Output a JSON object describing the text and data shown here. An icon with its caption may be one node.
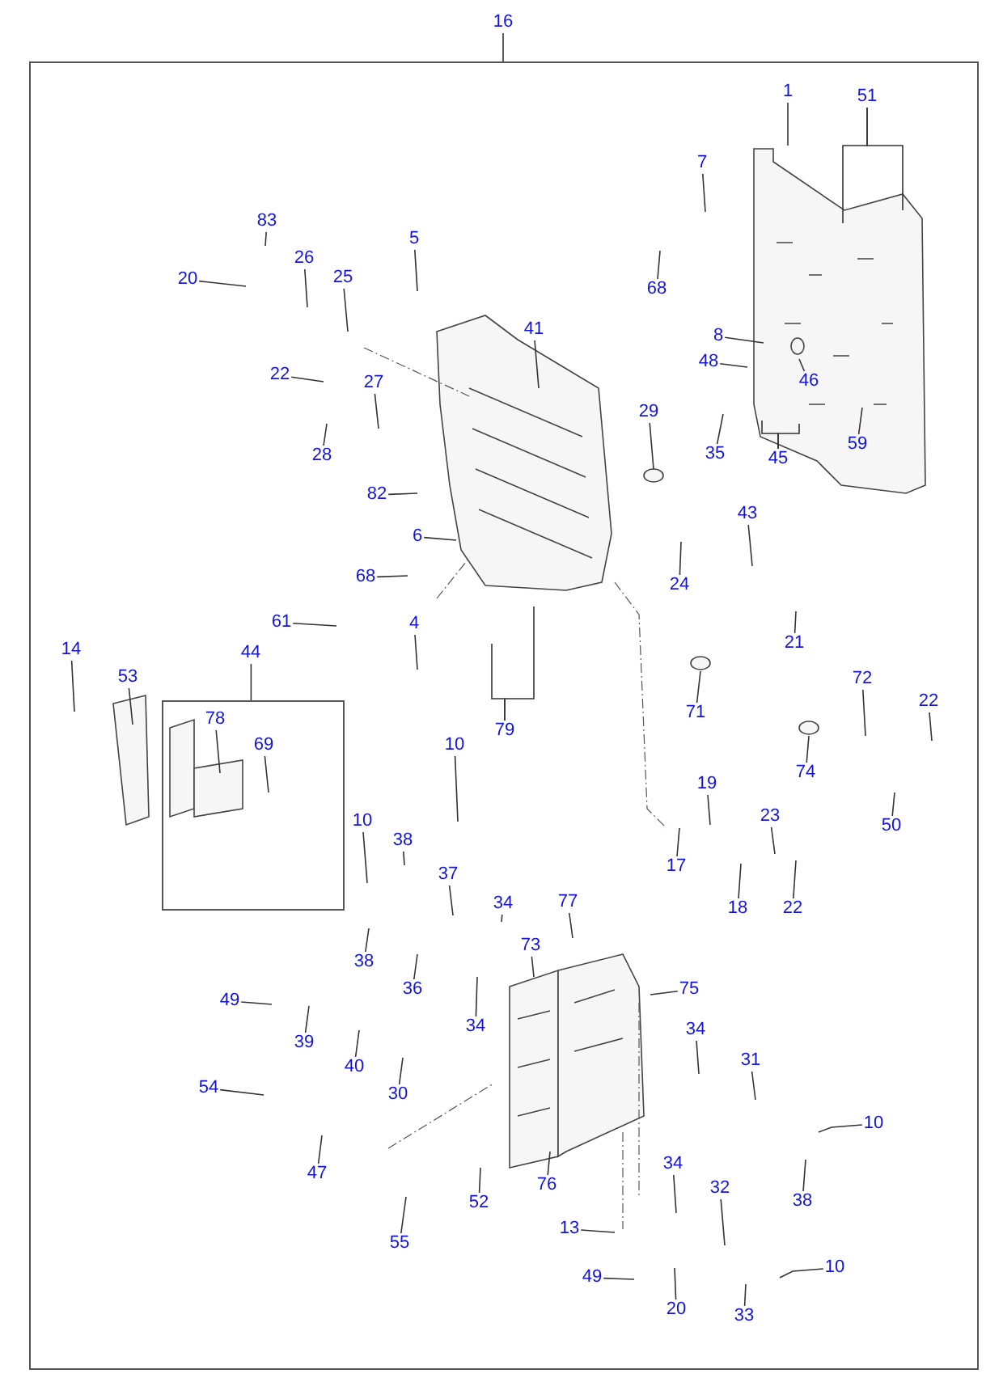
{
  "diagram": {
    "nodes": [
      {
        "text": [
          "16"
        ]
      },
      {
        "text": [],
        "shape": "box"
      },
      {
        "text": [
          "1"
        ],
        "in": 1
      },
      {
        "text": [
          "51"
        ],
        "in": 1
      },
      {
        "text": [
          "7"
        ],
        "in": 1
      },
      {
        "text": [
          "68"
        ],
        "in": 1
      },
      {
        "text": [
          "83"
        ],
        "in": 1
      },
      {
        "text": [
          "20"
        ],
        "in": 1
      },
      {
        "text": [
          "26"
        ],
        "in": 1
      },
      {
        "text": [
          "25"
        ],
        "in": 1
      },
      {
        "text": [
          "5"
        ],
        "in": 1
      },
      {
        "text": [
          "41"
        ],
        "in": 1
      },
      {
        "text": [
          "8"
        ],
        "in": 1
      },
      {
        "text": [
          "48"
        ],
        "in": 1
      },
      {
        "text": [
          "46"
        ],
        "in": 1
      },
      {
        "text": [
          "35"
        ],
        "in": 1
      },
      {
        "text": [
          "45"
        ],
        "in": 1
      },
      {
        "text": [
          "59"
        ],
        "in": 1
      },
      {
        "text": [
          "22"
        ],
        "in": 1
      },
      {
        "text": [
          "27"
        ],
        "in": 1
      },
      {
        "text": [
          "28"
        ],
        "in": 1
      },
      {
        "text": [
          "29"
        ],
        "in": 1
      },
      {
        "text": [
          "82"
        ],
        "in": 1
      },
      {
        "text": [
          "6"
        ],
        "in": 1
      },
      {
        "text": [
          "43"
        ],
        "in": 1
      },
      {
        "text": [
          "24"
        ],
        "in": 1
      },
      {
        "text": [
          "68"
        ],
        "in": 1
      },
      {
        "text": [
          "61"
        ],
        "in": 1
      },
      {
        "text": [
          "4"
        ],
        "in": 1
      },
      {
        "text": [
          "21"
        ],
        "in": 1
      },
      {
        "text": [
          "79"
        ],
        "in": 1
      },
      {
        "text": [
          "14"
        ],
        "in": 1
      },
      {
        "text": [
          "53"
        ],
        "in": 1
      },
      {
        "text": [
          "44"
        ],
        "in": 1
      },
      {
        "text": [],
        "shape": "box",
        "in": 1
      },
      {
        "text": [
          "78"
        ],
        "in": 34
      },
      {
        "text": [
          "69"
        ],
        "in": 34
      },
      {
        "text": [
          "10"
        ],
        "in": 1
      },
      {
        "text": [
          "71"
        ],
        "in": 1
      },
      {
        "text": [
          "72"
        ],
        "in": 1
      },
      {
        "text": [
          "22"
        ],
        "in": 1
      },
      {
        "text": [
          "74"
        ],
        "in": 1
      },
      {
        "text": [
          "50"
        ],
        "in": 1
      },
      {
        "text": [
          "19"
        ],
        "in": 1
      },
      {
        "text": [
          "23"
        ],
        "in": 1
      },
      {
        "text": [
          "17"
        ],
        "in": 1
      },
      {
        "text": [
          "18"
        ],
        "in": 1
      },
      {
        "text": [
          "22"
        ],
        "in": 1
      },
      {
        "text": [
          "10"
        ],
        "in": 1
      },
      {
        "text": [
          "38"
        ],
        "in": 1
      },
      {
        "text": [
          "37"
        ],
        "in": 1
      },
      {
        "text": [
          "34"
        ],
        "in": 1
      },
      {
        "text": [
          "77"
        ],
        "in": 1
      },
      {
        "text": [
          "73"
        ],
        "in": 1
      },
      {
        "text": [
          "38"
        ],
        "in": 1
      },
      {
        "text": [
          "36"
        ],
        "in": 1
      },
      {
        "text": [
          "34"
        ],
        "in": 1
      },
      {
        "text": [
          "75"
        ],
        "in": 1
      },
      {
        "text": [
          "49"
        ],
        "in": 1
      },
      {
        "text": [
          "39"
        ],
        "in": 1
      },
      {
        "text": [
          "40"
        ],
        "in": 1
      },
      {
        "text": [
          "30"
        ],
        "in": 1
      },
      {
        "text": [
          "34"
        ],
        "in": 1
      },
      {
        "text": [
          "31"
        ],
        "in": 1
      },
      {
        "text": [
          "54"
        ],
        "in": 1
      },
      {
        "text": [
          "10"
        ],
        "in": 1
      },
      {
        "text": [
          "47"
        ],
        "in": 1
      },
      {
        "text": [
          "76"
        ],
        "in": 1
      },
      {
        "text": [
          "38"
        ],
        "in": 1
      },
      {
        "text": [
          "52"
        ],
        "in": 1
      },
      {
        "text": [
          "34"
        ],
        "in": 1
      },
      {
        "text": [
          "32"
        ],
        "in": 1
      },
      {
        "text": [
          "55"
        ],
        "in": 1
      },
      {
        "text": [
          "13"
        ],
        "in": 1
      },
      {
        "text": [
          "49"
        ],
        "in": 1
      },
      {
        "text": [
          "20"
        ],
        "in": 1
      },
      {
        "text": [
          "33"
        ],
        "in": 1
      },
      {
        "text": [
          "10"
        ],
        "in": 1
      }
    ],
    "edges": [
      {
        "from": 0,
        "to": 1,
        "arrow": "none"
      },
      {
        "from": 2,
        "to": null,
        "arrow": "none"
      },
      {
        "from": 3,
        "to": null,
        "arrow": "none"
      },
      {
        "from": 3,
        "to": null,
        "arrow": "none"
      },
      {
        "from": 4,
        "to": null,
        "arrow": "none"
      },
      {
        "from": 5,
        "to": null,
        "arrow": "none"
      },
      {
        "from": 6,
        "to": null,
        "arrow": "none"
      },
      {
        "from": 7,
        "to": null,
        "arrow": "none"
      },
      {
        "from": 8,
        "to": null,
        "arrow": "none"
      },
      {
        "from": 9,
        "to": null,
        "arrow": "none"
      },
      {
        "from": 10,
        "to": null,
        "arrow": "none"
      },
      {
        "from": 11,
        "to": null,
        "arrow": "none"
      },
      {
        "from": 12,
        "to": null,
        "arrow": "none"
      },
      {
        "from": 13,
        "to": null,
        "arrow": "none"
      },
      {
        "from": 14,
        "to": null,
        "arrow": "none"
      },
      {
        "from": 15,
        "to": null,
        "arrow": "none"
      },
      {
        "from": 16,
        "to": null,
        "arrow": "none"
      },
      {
        "from": 16,
        "to": null,
        "arrow": "none"
      },
      {
        "from": 17,
        "to": null,
        "arrow": "none"
      },
      {
        "from": 18,
        "to": null,
        "arrow": "none"
      },
      {
        "from": 19,
        "to": null,
        "arrow": "none"
      },
      {
        "from": 20,
        "to": null,
        "arrow": "none"
      },
      {
        "from": 21,
        "to": null,
        "arrow": "none"
      },
      {
        "from": 22,
        "to": null,
        "arrow": "none"
      },
      {
        "from": 23,
        "to": null,
        "arrow": "none"
      },
      {
        "from": 24,
        "to": null,
        "arrow": "none"
      },
      {
        "from": 25,
        "to": null,
        "arrow": "none"
      },
      {
        "from": 26,
        "to": null,
        "arrow": "none"
      },
      {
        "from": 27,
        "to": null,
        "arrow": "none"
      },
      {
        "from": 28,
        "to": null,
        "arrow": "none"
      },
      {
        "from": 29,
        "to": null,
        "arrow": "none"
      },
      {
        "from": 30,
        "to": null,
        "arrow": "none"
      },
      {
        "from": 30,
        "to": null,
        "arrow": "none"
      },
      {
        "from": 31,
        "to": null,
        "arrow": "none"
      },
      {
        "from": 32,
        "to": null,
        "arrow": "none"
      },
      {
        "from": 33,
        "to": 34,
        "arrow": "none"
      },
      {
        "from": 35,
        "to": null,
        "arrow": "none"
      },
      {
        "from": 36,
        "to": null,
        "arrow": "none"
      },
      {
        "from": 37,
        "to": null,
        "arrow": "none"
      },
      {
        "from": 38,
        "to": null,
        "arrow": "none"
      },
      {
        "from": 39,
        "to": null,
        "arrow": "none"
      },
      {
        "from": 40,
        "to": null,
        "arrow": "none"
      },
      {
        "from": 41,
        "to": null,
        "arrow": "none"
      },
      {
        "from": 42,
        "to": null,
        "arrow": "none"
      },
      {
        "from": 43,
        "to": null,
        "arrow": "none"
      },
      {
        "from": 44,
        "to": null,
        "arrow": "none"
      },
      {
        "from": 45,
        "to": null,
        "arrow": "none"
      },
      {
        "from": 46,
        "to": null,
        "arrow": "none"
      },
      {
        "from": 47,
        "to": null,
        "arrow": "none"
      },
      {
        "from": 48,
        "to": null,
        "arrow": "none"
      },
      {
        "from": 49,
        "to": null,
        "arrow": "none"
      },
      {
        "from": 50,
        "to": null,
        "arrow": "none"
      },
      {
        "from": 51,
        "to": null,
        "arrow": "none"
      },
      {
        "from": 52,
        "to": null,
        "arrow": "none"
      },
      {
        "from": 53,
        "to": null,
        "arrow": "none"
      },
      {
        "from": 54,
        "to": null,
        "arrow": "none"
      },
      {
        "from": 55,
        "to": null,
        "arrow": "none"
      },
      {
        "from": 56,
        "to": null,
        "arrow": "none"
      },
      {
        "from": 57,
        "to": null,
        "arrow": "none"
      },
      {
        "from": 58,
        "to": null,
        "arrow": "none"
      },
      {
        "from": 59,
        "to": null,
        "arrow": "none"
      },
      {
        "from": 60,
        "to": null,
        "arrow": "none"
      },
      {
        "from": 61,
        "to": null,
        "arrow": "none"
      },
      {
        "from": 62,
        "to": null,
        "arrow": "none"
      },
      {
        "from": 63,
        "to": null,
        "arrow": "none"
      },
      {
        "from": 64,
        "to": null,
        "arrow": "none"
      },
      {
        "from": 65,
        "to": null,
        "arrow": "none"
      },
      {
        "from": 66,
        "to": null,
        "arrow": "none"
      },
      {
        "from": 67,
        "to": null,
        "arrow": "none"
      },
      {
        "from": 68,
        "to": null,
        "arrow": "none"
      },
      {
        "from": 69,
        "to": null,
        "arrow": "none"
      },
      {
        "from": 70,
        "to": null,
        "arrow": "none"
      },
      {
        "from": 71,
        "to": null,
        "arrow": "none"
      },
      {
        "from": 72,
        "to": null,
        "arrow": "none"
      },
      {
        "from": 73,
        "to": null,
        "arrow": "none"
      },
      {
        "from": 74,
        "to": null,
        "arrow": "none"
      },
      {
        "from": 75,
        "to": null,
        "arrow": "none"
      },
      {
        "from": 76,
        "to": null,
        "arrow": "none"
      },
      {
        "from": 77,
        "to": null,
        "arrow": "none"
      }
    ]
  }
}
